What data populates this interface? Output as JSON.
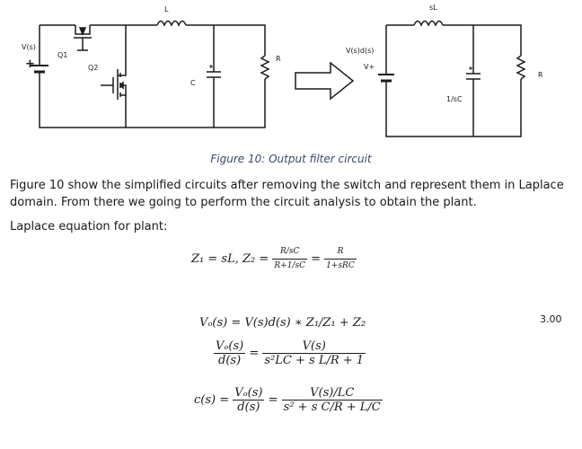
{
  "figure": {
    "left_circuit": {
      "source_label": "V(s)",
      "plus_sign": "+",
      "switch_1": "Q1",
      "switch_2": "Q2",
      "inductor": "L",
      "capacitor": "C",
      "resistor": "R"
    },
    "right_circuit": {
      "source_label": "V(s)d(s)",
      "plus_label": "V+",
      "inductor": "sL",
      "capacitor": "1/sC",
      "resistor": "R"
    },
    "caption": "Figure 10: Output filter circuit"
  },
  "body": {
    "paragraph_1": "Figure 10 show the simplified circuits after removing the switch and represent them in Laplace domain. From there we going to perform the circuit analysis to obtain the plant.",
    "paragraph_2": "Laplace equation for plant:"
  },
  "equations": {
    "eq1": {
      "z1_def": "Z₁ = sL, Z₂ =",
      "frac_num": "R/sC",
      "frac_den": "R+1/sC",
      "equals": "=",
      "rhs_num": "R",
      "rhs_den": "1+sRC"
    },
    "eq2": {
      "text": "Vₒ(s) = V(s)d(s) ∗ Z₁/Z₁ + Z₂"
    },
    "eq3": {
      "lhs_num": "Vₒ(s)",
      "lhs_den": "d(s)",
      "rhs_num": "V(s)",
      "rhs_den": "s²LC + s L/R + 1"
    },
    "eq4": {
      "prefix": "c(s) =",
      "lhs_num": "Vₒ(s)",
      "lhs_den": "d(s)",
      "rhs_num": "V(s)/LC",
      "rhs_den": "s² + s C/R + L/C"
    },
    "equation_number": "3.00"
  }
}
